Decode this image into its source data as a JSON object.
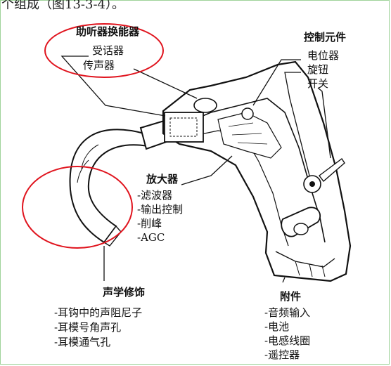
{
  "caption": "个组成（图13-3-4）。",
  "transducer": {
    "title": "助听器换能器",
    "items": [
      "受话器",
      "传声器"
    ]
  },
  "controls": {
    "title": "控制元件",
    "items": [
      "电位器",
      "旋钮",
      "开关"
    ]
  },
  "amplifier": {
    "title": "放大器",
    "items": [
      "-滤波器",
      "-输出控制",
      "-削峰",
      "-AGC"
    ]
  },
  "acoustic": {
    "title": "声学修饰",
    "items": [
      "-耳钩中的声阻尼子",
      "-耳模号角声孔",
      "-耳模通气孔"
    ]
  },
  "accessories": {
    "title": "附件",
    "items": [
      "-音频输入",
      "-电池",
      "-电感线圈",
      "-遥控器"
    ]
  },
  "colors": {
    "highlight": "#e0141e",
    "line": "#111111",
    "frame": "#9fd39a"
  }
}
